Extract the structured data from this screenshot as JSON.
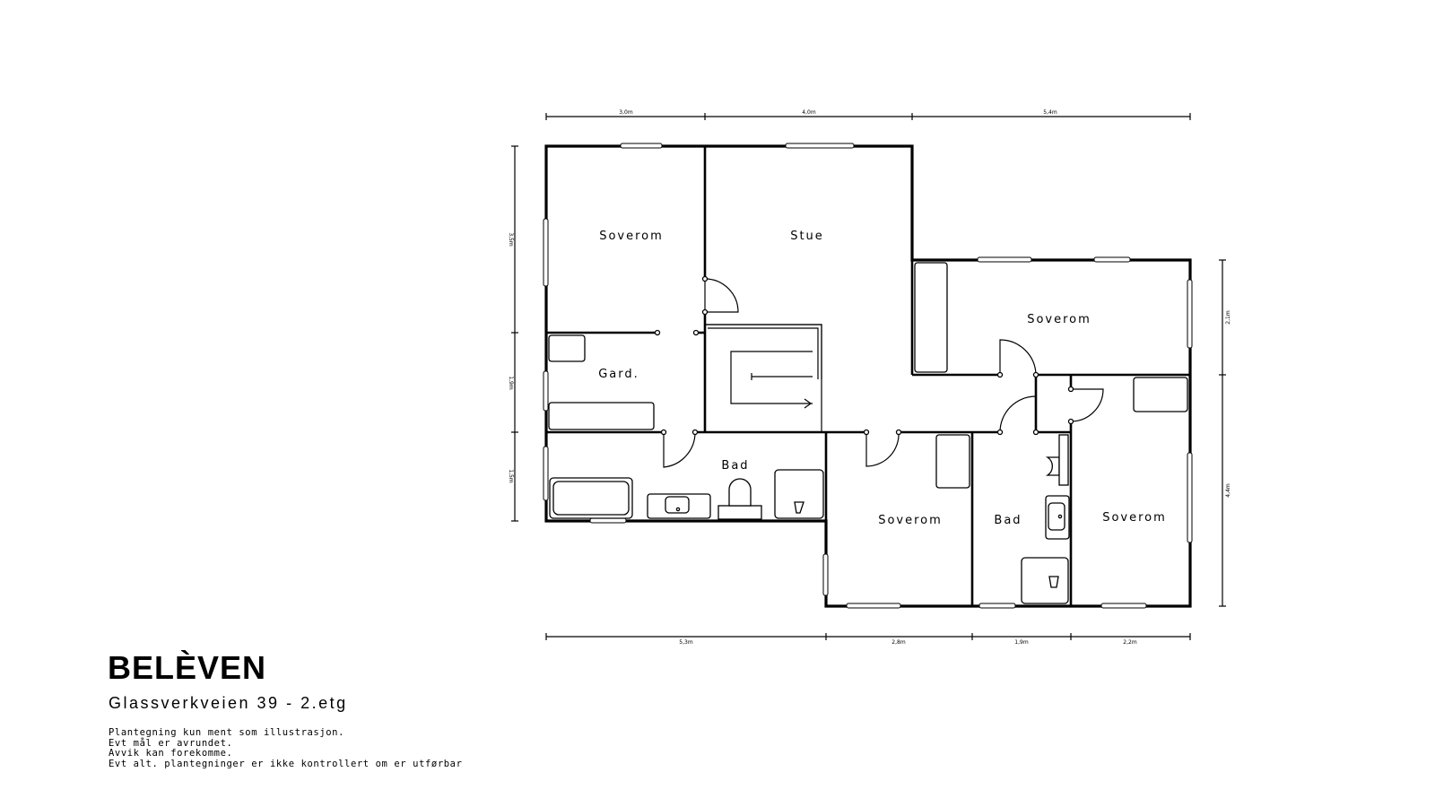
{
  "brand": "BELÈVEN",
  "address": "Glassverkveien 39 - 2.etg",
  "notes": [
    "Plantegning kun ment som illustrasjon.",
    "Evt mål er avrundet.",
    "Avvik kan forekomme.",
    "Evt alt. plantegninger er ikke kontrollert om er utførbar"
  ],
  "rooms": {
    "soverom_nw": "Soverom",
    "stue": "Stue",
    "soverom_ne": "Soverom",
    "garderobe": "Gard.",
    "bad_w": "Bad",
    "soverom_s": "Soverom",
    "bad_e": "Bad",
    "soverom_se": "Soverom"
  },
  "dimensions": {
    "top": [
      "3,0m",
      "4,0m",
      "5,4m"
    ],
    "bottom": [
      "5,3m",
      "2,8m",
      "1,9m",
      "2,2m"
    ],
    "left": [
      "3,5m",
      "1,9m",
      "1,5m"
    ],
    "right": [
      "2,1m",
      "4,4m"
    ]
  }
}
